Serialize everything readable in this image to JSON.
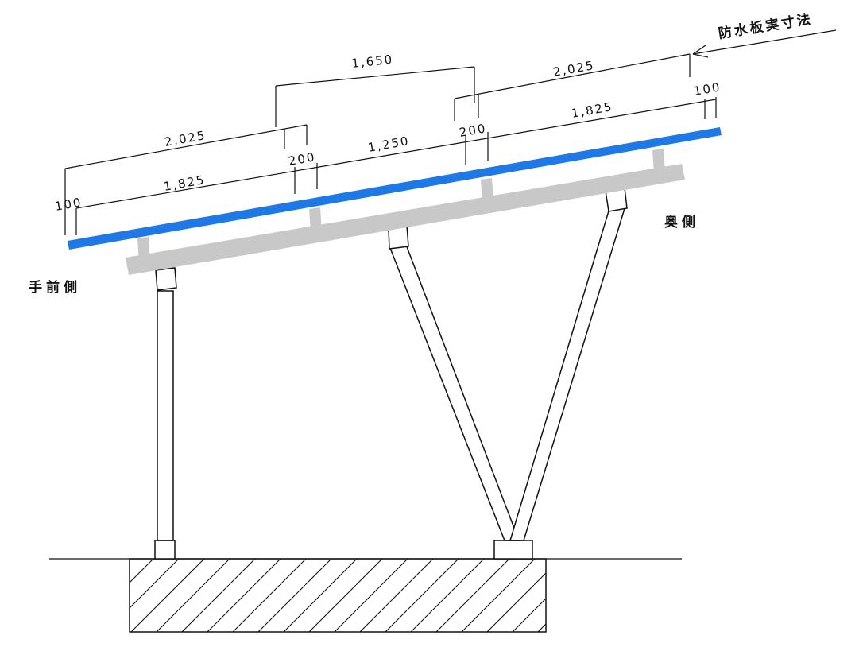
{
  "colors": {
    "panel": "#1e78e6",
    "rail": "#c8c8c8",
    "line": "#111111",
    "background": "#ffffff"
  },
  "labels": {
    "front_side": "手前側",
    "back_side": "奥側",
    "waterproof_note": "防水板実寸法"
  },
  "dimensions": {
    "upper_left_2025": "2,025",
    "upper_middle_1650": "1,650",
    "upper_right_2025": "2,025",
    "lower_left_1825": "1,825",
    "lower_middle_1250": "1,250",
    "lower_right_1825": "1,825",
    "left_overhang_100": "100",
    "right_overhang_100": "100",
    "left_gap_200": "200",
    "right_gap_200": "200"
  }
}
